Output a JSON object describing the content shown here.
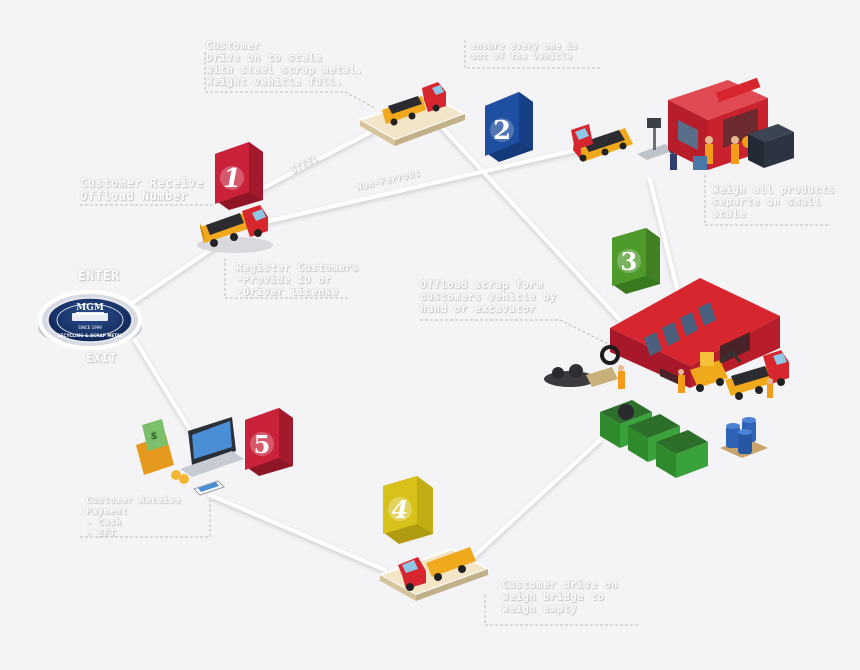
{
  "logo": {
    "name": "MGM",
    "since": "SINCE 1999",
    "ring_text": "RECYCLING & SCRAP METAL"
  },
  "labels": {
    "enter": "ENTER",
    "exit": "EXIT",
    "steel": "STEEL",
    "non_ferrous": "Non-Ferrous"
  },
  "steps": [
    {
      "number": "1",
      "color": "#c9223a"
    },
    {
      "number": "2",
      "color": "#1f4fa0"
    },
    {
      "number": "3",
      "color": "#4e9a2a"
    },
    {
      "number": "4",
      "color": "#d8c21a"
    },
    {
      "number": "5",
      "color": "#c9223a"
    }
  ],
  "notes": {
    "drive_on": "Customer\nDrive on to scale\nwith steel scrap metal.\nWeight vehicle full.",
    "ensure": "ensure every one is\nout of the vehicle",
    "receive_number": "Customer Receive\nOffload Number",
    "register": "Register Customers\n-Provide ID or\n-Driver license",
    "weigh_products": "Weigh all products\nseparte on small\nscale",
    "offload": "Offload scrap form\ncustomers vehicle by\nhand or excavator",
    "payment": "Customer Receive\nPayment\n- Cash\n- EFT",
    "drive_empty": "Customer drive on\nweigh bridge to\nweigh empty"
  },
  "colors": {
    "truck_cab": "#d8262e",
    "truck_bed": "#f0a81c",
    "building": "#c9222f",
    "bin": "#2f8a2e",
    "barrel": "#2f63b8",
    "path": "#ffffff",
    "worker": "#f39c1a"
  }
}
